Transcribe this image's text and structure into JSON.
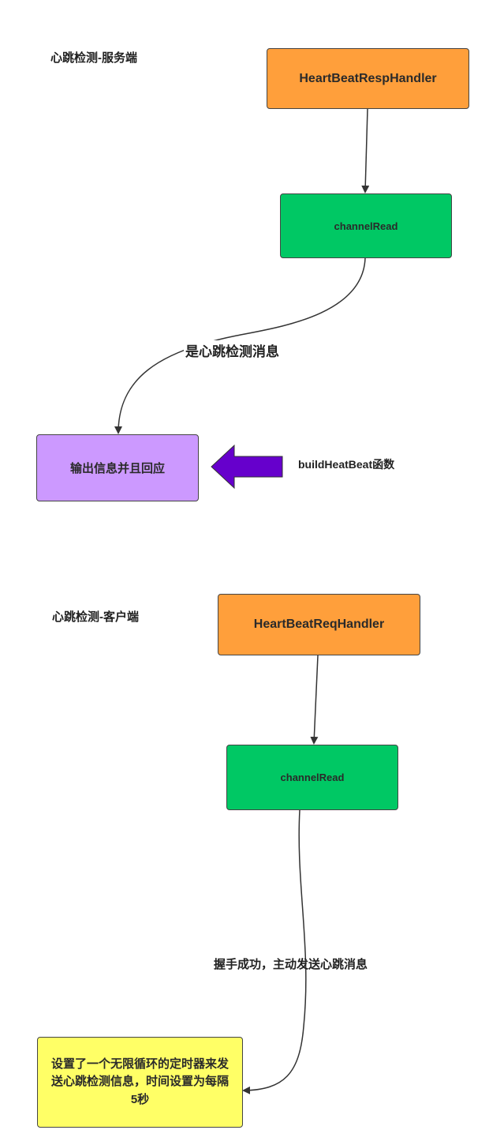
{
  "server": {
    "title": "心跳检测-服务端",
    "handler": "HeartBeatRespHandler",
    "read": "channelRead",
    "condition": "是心跳检测消息",
    "result": "输出信息并且回应",
    "function_label": "buildHeatBeat函数"
  },
  "client": {
    "title": "心跳检测-客户端",
    "handler": "HeartBeatReqHandler",
    "read": "channelRead",
    "condition": "握手成功，主动发送心跳消息",
    "result": "设置了一个无限循环的定时器来发送心跳检测信息，时间设置为每隔5秒"
  },
  "colors": {
    "orange": "#ff9f3b",
    "green": "#00c864",
    "purple": "#cc99ff",
    "yellow": "#ffff66",
    "arrow_purple": "#6600cc"
  }
}
